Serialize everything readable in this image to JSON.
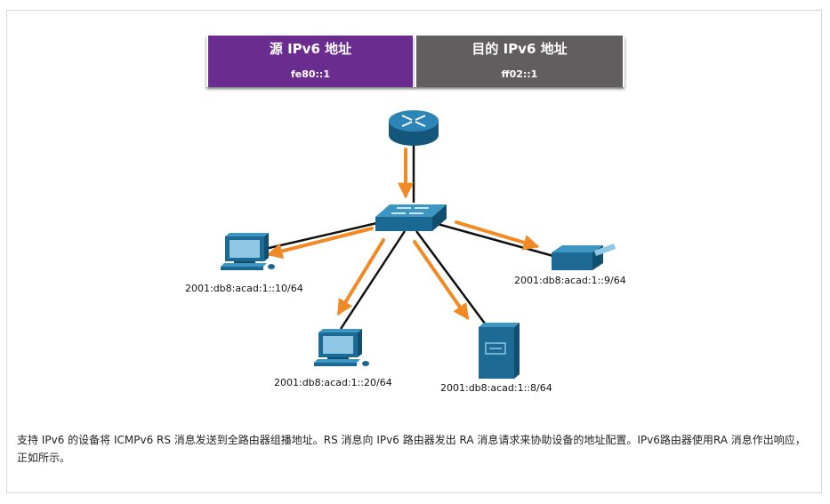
{
  "header": {
    "source": {
      "title": "源 IPv6 地址",
      "value": "fe80::1",
      "color": "#6a2c8e"
    },
    "destination": {
      "title": "目的 IPv6 地址",
      "value": "ff02::1",
      "color": "#625e5f"
    }
  },
  "diagram": {
    "arrow_color": "#f08a24",
    "device_color": "#1d6b94",
    "nodes": [
      {
        "id": "router",
        "type": "router-icon"
      },
      {
        "id": "switch",
        "type": "switch-icon"
      },
      {
        "id": "pc-left",
        "type": "pc-icon",
        "address": "2001:db8:acad:1::10/64"
      },
      {
        "id": "pc-bottom",
        "type": "pc-icon",
        "address": "2001:db8:acad:1::20/64"
      },
      {
        "id": "server",
        "type": "server-icon",
        "address": "2001:db8:acad:1::8/64"
      },
      {
        "id": "printer",
        "type": "printer-icon",
        "address": "2001:db8:acad:1::9/64"
      }
    ]
  },
  "caption": "支持 IPv6 的设备将 ICMPv6 RS 消息发送到全路由器组播地址。RS 消息向 IPv6 路由器发出 RA 消息请求来协助设备的地址配置。IPv6路由器使用RA 消息作出响应，正如所示。"
}
